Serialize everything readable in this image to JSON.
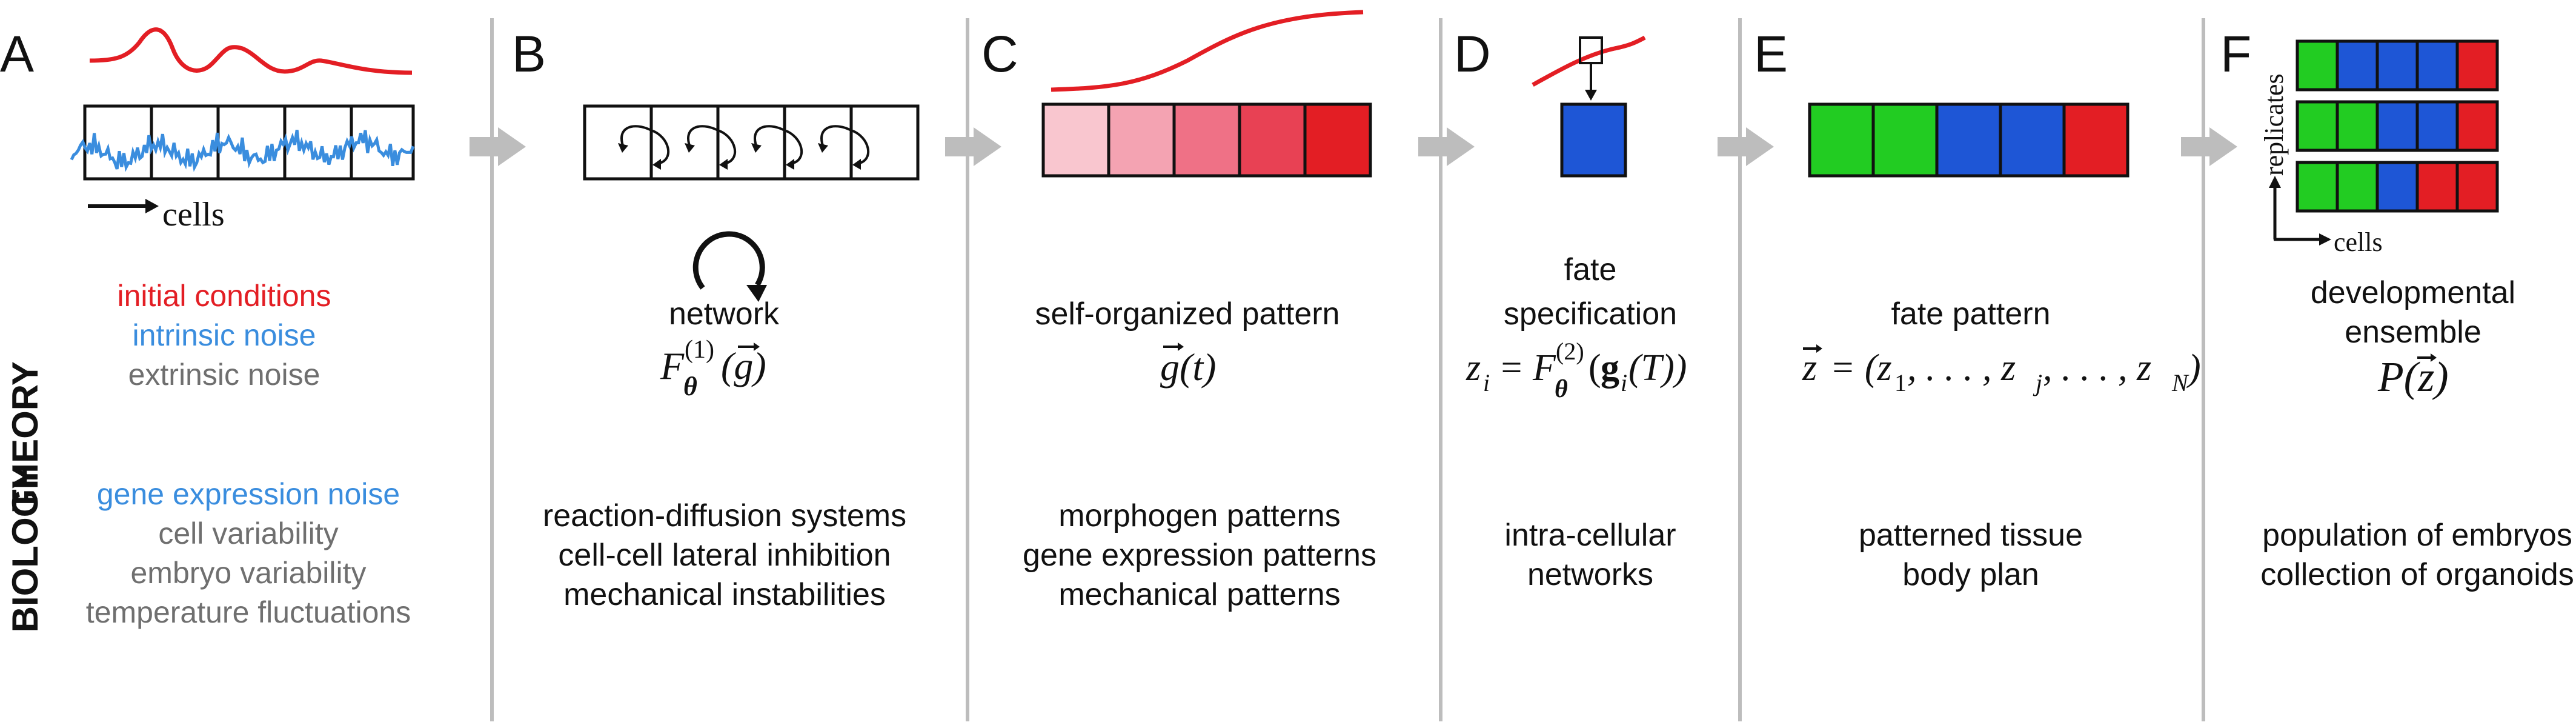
{
  "colors": {
    "red": "#e31e24",
    "blue_noise": "#3a8dde",
    "grey_text": "#6f6f6f",
    "blue_text": "#3a8dde",
    "divider": "#bdbdbd",
    "arrow": "#bdbdbd",
    "green": "#22cc22",
    "fate_blue": "#1e56d6",
    "fate_red": "#e31e24",
    "gradient": [
      "#f9c6cf",
      "#f4a3b2",
      "#ef7186",
      "#e84154",
      "#e31e24"
    ]
  },
  "side_labels": {
    "theory": "THEORY",
    "biology": "BIOLOGY"
  },
  "panel_a": {
    "letter": "A",
    "axis_label": "cells",
    "theory": [
      {
        "text": "initial conditions",
        "color": "red"
      },
      {
        "text": "intrinsic noise",
        "color": "blue"
      },
      {
        "text": "extrinsic noise",
        "color": "grey"
      }
    ],
    "biology": [
      {
        "text": "gene expression noise",
        "color": "blue"
      },
      {
        "text": "cell variability",
        "color": "grey"
      },
      {
        "text": "embryo variability",
        "color": "grey"
      },
      {
        "text": "temperature fluctuations",
        "color": "grey"
      }
    ]
  },
  "panel_b": {
    "letter": "B",
    "theory_label": "network",
    "formula_base": "F",
    "formula_sup": "(1)",
    "formula_sub": "θ",
    "formula_arg": "(g)",
    "biology": [
      "reaction-diffusion systems",
      "cell-cell lateral inhibition",
      "mechanical instabilities"
    ]
  },
  "panel_c": {
    "letter": "C",
    "theory_label": "self-organized pattern",
    "formula": "g(t)",
    "biology": [
      "morphogen patterns",
      "gene expression patterns",
      "mechanical patterns"
    ]
  },
  "panel_d": {
    "letter": "D",
    "theory_label_lines": [
      "fate",
      "specification"
    ],
    "formula_lhs": "z",
    "formula_lhs_sub": "i",
    "formula_eq": " = ",
    "formula_base": "F",
    "formula_sup": "(2)",
    "formula_sub": "θ",
    "formula_arg_bold": "g",
    "formula_arg_sub": "i",
    "formula_arg_rest": "(T))",
    "biology": [
      "intra-cellular",
      "networks"
    ]
  },
  "panel_e": {
    "letter": "E",
    "theory_label": "fate pattern",
    "formula": "z = (z₁, . . . , zⱼ, . . . , z_N)",
    "formula_parts": [
      "z",
      " = (z",
      "1",
      ", . . . , z",
      "j",
      ", . . . , z",
      "N",
      ")"
    ],
    "fates": [
      "green",
      "green",
      "blue",
      "blue",
      "red"
    ],
    "biology": [
      "patterned tissue",
      "body plan"
    ]
  },
  "panel_f": {
    "letter": "F",
    "y_label": "replicates",
    "x_label": "cells",
    "replicates": [
      [
        "green",
        "blue",
        "blue",
        "blue",
        "red"
      ],
      [
        "green",
        "green",
        "blue",
        "blue",
        "red"
      ],
      [
        "green",
        "green",
        "blue",
        "red",
        "red"
      ]
    ],
    "theory_label_lines": [
      "developmental",
      "ensemble"
    ],
    "formula": "P(z)",
    "biology": [
      "population of embryos",
      "collection of organoids"
    ]
  }
}
